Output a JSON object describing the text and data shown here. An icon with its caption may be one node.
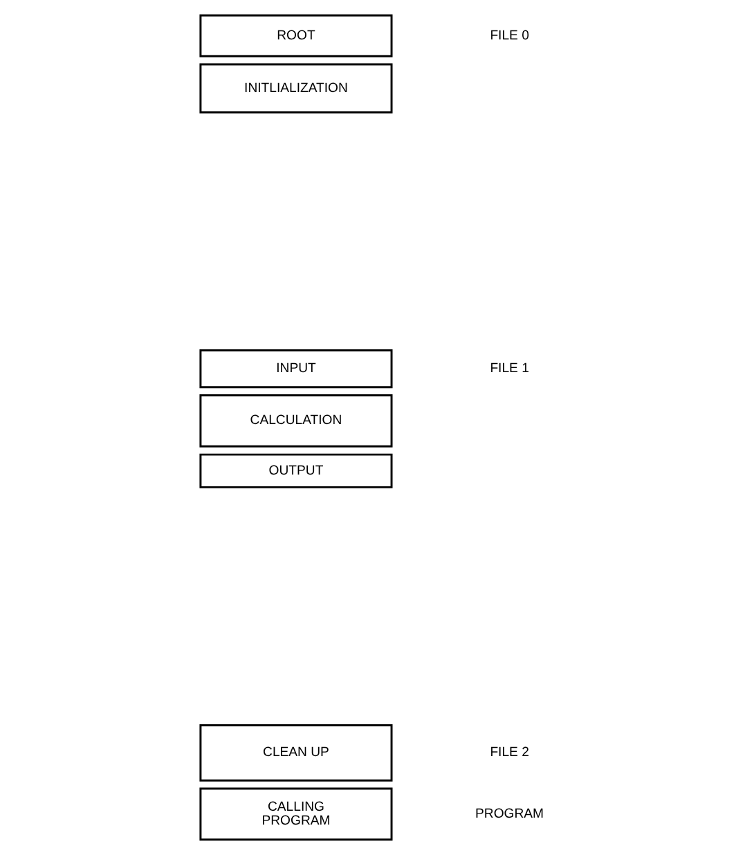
{
  "diagram": {
    "nodes": [
      {
        "text": [
          "ROOT"
        ]
      },
      {
        "text": [
          "INITLIALIZATION"
        ]
      },
      {
        "text": [
          "INPUT"
        ]
      },
      {
        "text": [
          "CALCULATION"
        ]
      },
      {
        "text": [
          "OUTPUT"
        ]
      },
      {
        "text": [
          "CLEAN UP"
        ]
      },
      {
        "text": [
          "CALLING PROGRAM"
        ]
      }
    ],
    "edges": [],
    "labels": [
      "FILE 0",
      "FILE 1",
      "FILE 2",
      "PROGRAM"
    ]
  }
}
